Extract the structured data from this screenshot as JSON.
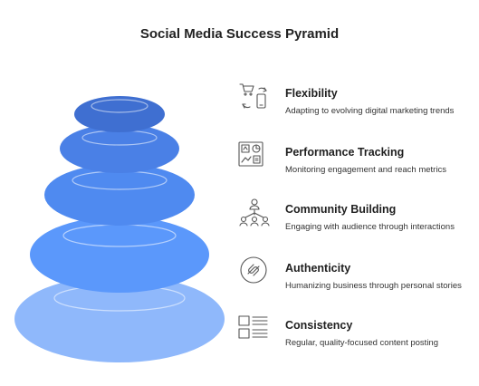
{
  "title": "Social Media Success Pyramid",
  "colors": {
    "tier1": "#3f6fd1",
    "tier2": "#4a80e6",
    "tier3": "#4f8af0",
    "tier4": "#5b98fb",
    "tier5": "#8fb8fb",
    "icon_stroke": "#555555"
  },
  "items": [
    {
      "label": "Flexibility",
      "description": "Adapting to evolving digital marketing trends",
      "icon": "cart-phone-exchange-icon"
    },
    {
      "label": "Performance Tracking",
      "description": "Monitoring engagement and reach metrics",
      "icon": "dashboard-chart-icon"
    },
    {
      "label": "Community Building",
      "description": "Engaging with audience through interactions",
      "icon": "people-network-icon"
    },
    {
      "label": "Authenticity",
      "description": "Humanizing business through personal stories",
      "icon": "link-circle-icon"
    },
    {
      "label": "Consistency",
      "description": "Regular, quality-focused content posting",
      "icon": "content-list-icon"
    }
  ]
}
